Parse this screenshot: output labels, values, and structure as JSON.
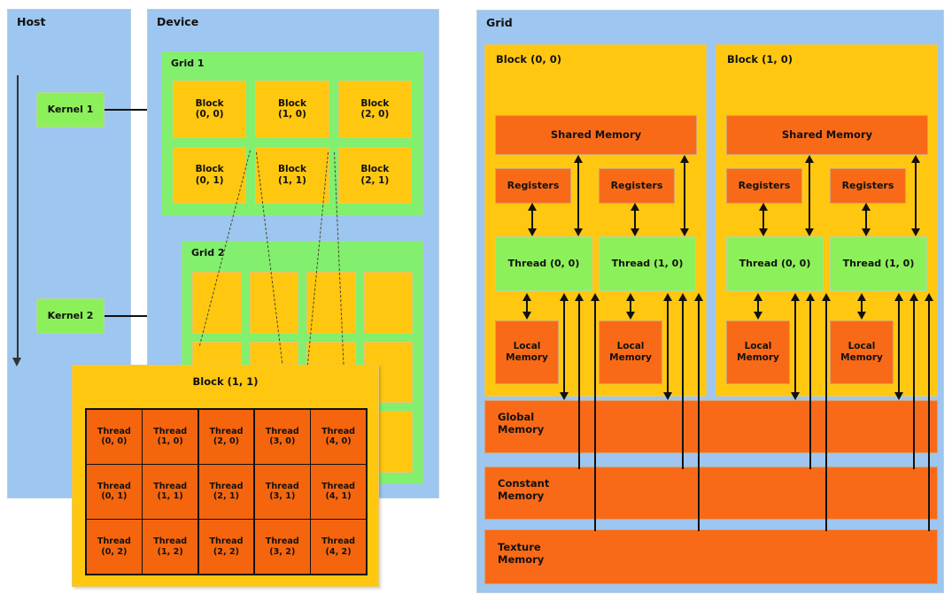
{
  "left_diagram": {
    "host": {
      "label": "Host",
      "kernels": [
        {
          "label": "Kernel 1"
        },
        {
          "label": "Kernel 2"
        }
      ]
    },
    "device": {
      "label": "Device",
      "grids": [
        {
          "label": "Grid 1",
          "blocks": [
            {
              "label": "Block\n(0, 0)"
            },
            {
              "label": "Block\n(1, 0)"
            },
            {
              "label": "Block\n(2, 0)"
            },
            {
              "label": "Block\n(0, 1)"
            },
            {
              "label": "Block\n(1, 1)"
            },
            {
              "label": "Block\n(2, 1)"
            }
          ]
        },
        {
          "label": "Grid 2",
          "blocks": [
            {
              "label": ""
            },
            {
              "label": ""
            },
            {
              "label": ""
            },
            {
              "label": ""
            },
            {
              "label": ""
            },
            {
              "label": ""
            },
            {
              "label": ""
            },
            {
              "label": ""
            },
            {
              "label": ""
            },
            {
              "label": ""
            },
            {
              "label": ""
            },
            {
              "label": ""
            }
          ]
        }
      ]
    },
    "block_detail": {
      "label": "Block (1, 1)",
      "threads": [
        {
          "label": "Thread\n(0, 0)"
        },
        {
          "label": "Thread\n(1, 0)"
        },
        {
          "label": "Thread\n(2, 0)"
        },
        {
          "label": "Thread\n(3, 0)"
        },
        {
          "label": "Thread\n(4, 0)"
        },
        {
          "label": "Thread\n(0, 1)"
        },
        {
          "label": "Thread\n(1, 1)"
        },
        {
          "label": "Thread\n(2, 1)"
        },
        {
          "label": "Thread\n(3, 1)"
        },
        {
          "label": "Thread\n(4, 1)"
        },
        {
          "label": "Thread\n(0, 2)"
        },
        {
          "label": "Thread\n(1, 2)"
        },
        {
          "label": "Thread\n(2, 2)"
        },
        {
          "label": "Thread\n(3, 2)"
        },
        {
          "label": "Thread\n(4, 2)"
        }
      ]
    }
  },
  "right_diagram": {
    "grid_label": "Grid",
    "blocks": [
      {
        "label": "Block (0, 0)",
        "shared_memory": "Shared Memory",
        "registers": [
          "Registers",
          "Registers"
        ],
        "threads": [
          "Thread (0, 0)",
          "Thread (1, 0)"
        ],
        "local_memory": [
          "Local\nMemory",
          "Local\nMemory"
        ]
      },
      {
        "label": "Block (1, 0)",
        "shared_memory": "Shared Memory",
        "registers": [
          "Registers",
          "Registers"
        ],
        "threads": [
          "Thread (0, 0)",
          "Thread (1, 0)"
        ],
        "local_memory": [
          "Local\nMemory",
          "Local\nMemory"
        ]
      }
    ],
    "global_memories": [
      {
        "label": "Global\nMemory"
      },
      {
        "label": "Constant\nMemory"
      },
      {
        "label": "Texture\nMemory"
      }
    ]
  },
  "colors": {
    "panel_blue": "#9dc6f0",
    "grid_green": "#82ef6e",
    "block_yellow": "#ffc710",
    "memory_orange": "#f96a18",
    "thread_green": "#8cf05a",
    "thread_cell_orange": "#f4650d",
    "arrow_black": "#111111"
  }
}
